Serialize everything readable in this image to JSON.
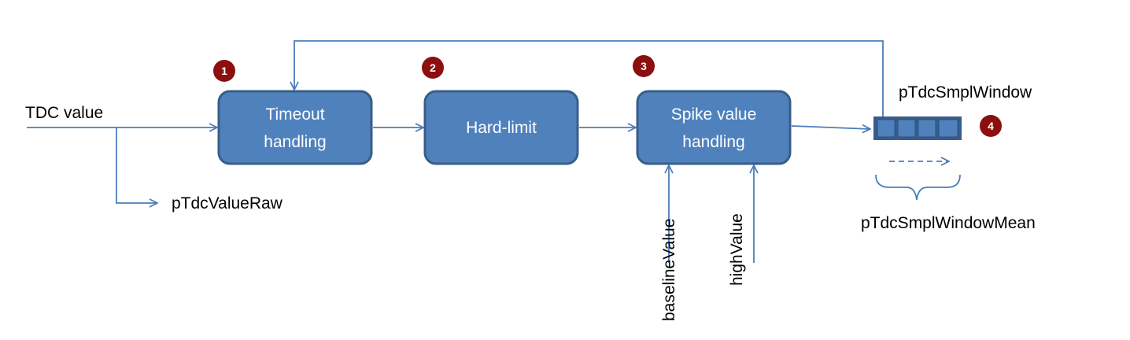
{
  "input": {
    "label": "TDC value"
  },
  "blocks": [
    {
      "id": "timeout",
      "line1": "Timeout",
      "line2": "handling",
      "badge": "1"
    },
    {
      "id": "hardlimit",
      "line1": "Hard-limit",
      "badge": "2"
    },
    {
      "id": "spike",
      "line1": "Spike value",
      "line2": "handling",
      "badge": "3"
    }
  ],
  "raw_output": {
    "label": "pTdcValueRaw"
  },
  "window": {
    "label": "pTdcSmplWindow",
    "badge": "4",
    "cells": 4
  },
  "window_mean": {
    "label": "pTdcSmplWindowMean"
  },
  "spike_inputs": [
    {
      "label": "baselineValue"
    },
    {
      "label": "highValue"
    }
  ],
  "colors": {
    "block_fill": "#4f81bd",
    "block_stroke": "#385d8a",
    "line": "#4a7ebb",
    "badge_fill": "#8b0f0f",
    "text_on_block": "#ffffff"
  }
}
